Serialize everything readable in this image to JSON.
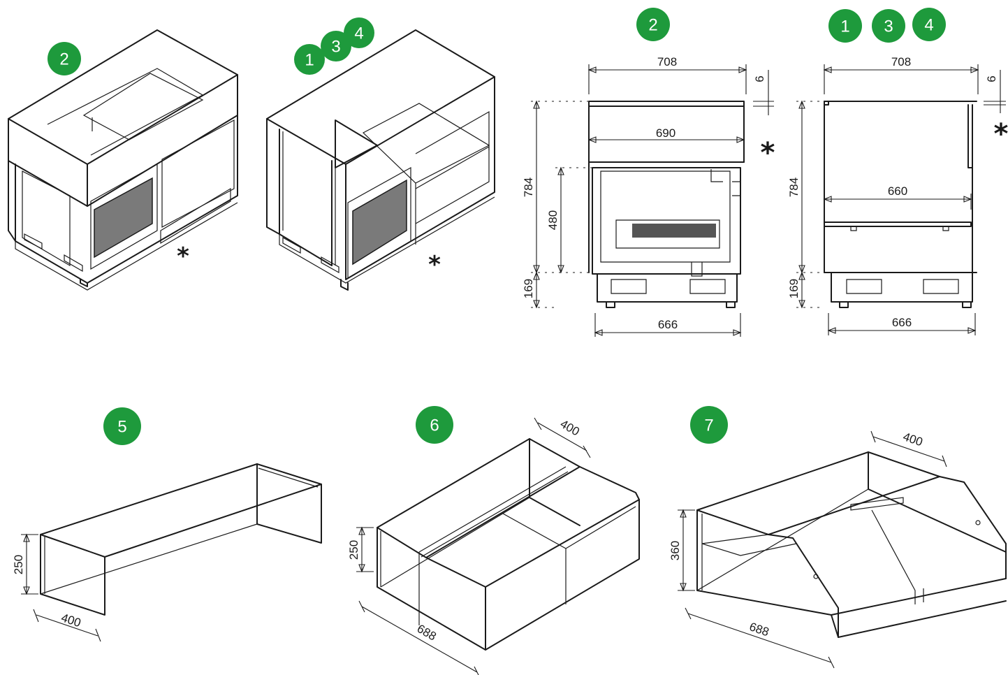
{
  "badges": {
    "iso_left": "2",
    "iso_right_1": "1",
    "iso_right_3": "3",
    "iso_right_4": "4",
    "front_2": "2",
    "front_1": "1",
    "front_3": "3",
    "front_4": "4",
    "shelf_5": "5",
    "canopy_6": "6",
    "canopy_7": "7"
  },
  "asterisk": "*",
  "dimensions": {
    "view2": {
      "top_width": "708",
      "top_gap": "6",
      "inner_width": "690",
      "total_height": "784",
      "door_height": "480",
      "base_height": "169",
      "base_width": "666"
    },
    "view134": {
      "top_width": "708",
      "top_gap": "6",
      "shelf_width": "660",
      "total_height": "784",
      "base_height": "169",
      "base_width": "666"
    },
    "shelf5": {
      "height": "250",
      "depth": "400"
    },
    "canopy6": {
      "depth": "400",
      "height": "250",
      "width": "688"
    },
    "canopy7": {
      "depth": "400",
      "height": "360",
      "width": "688"
    }
  },
  "colors": {
    "badge": "#1e9a3c",
    "line": "#1a1a1a",
    "grille": "#7a7a7a"
  }
}
